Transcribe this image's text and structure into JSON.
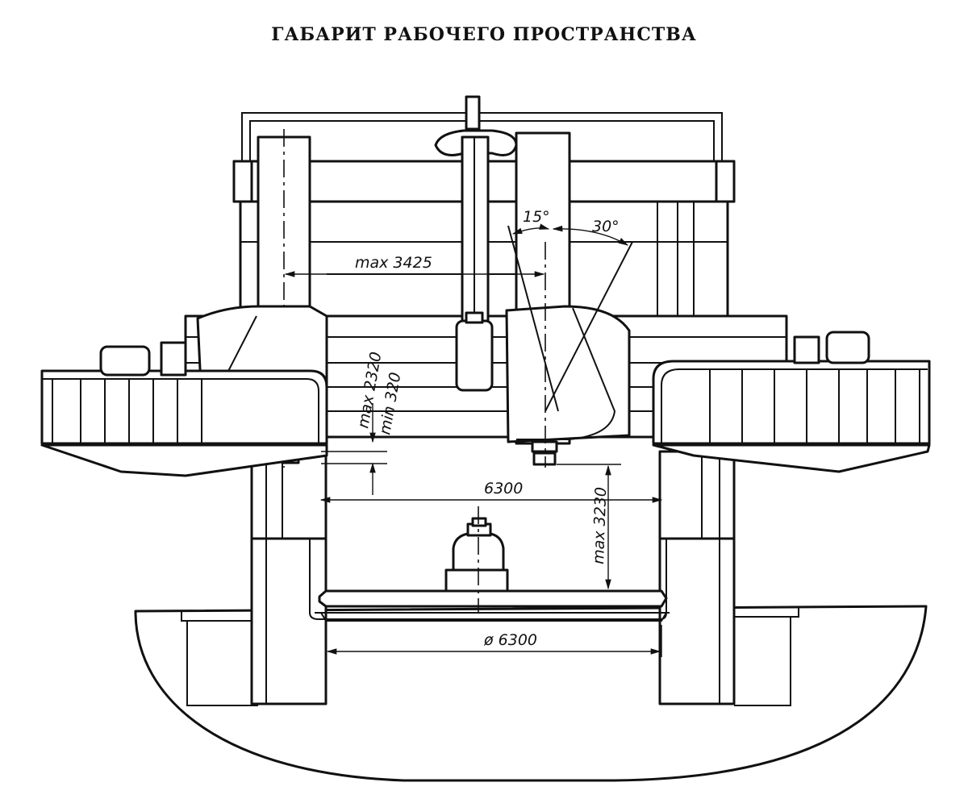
{
  "title": "ГАБАРИТ РАБОЧЕГО ПРОСТРАНСТВА",
  "dimensions": {
    "max_reach": "max 3425",
    "angle_left": "15°",
    "angle_right": "30°",
    "max_2320": "max 2320",
    "min_320": "min 320",
    "width_between_columns": "6300",
    "max_height": "max 3230",
    "table_diameter": "ø 6300"
  }
}
